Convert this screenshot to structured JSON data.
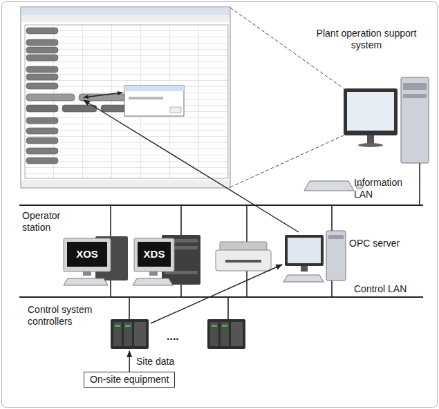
{
  "diagram": {
    "nodes": [
      {
        "text": [
          "Plant operation support system"
        ]
      },
      {
        "text": [
          "OPC server"
        ]
      },
      {
        "text": [
          "Control system controllers"
        ]
      },
      {
        "text": [
          "On-site equipment"
        ]
      }
    ],
    "edges": [
      {
        "from": 2,
        "to": 1,
        "arrow": "to"
      },
      {
        "from": 3,
        "to": 2,
        "label": "Site data",
        "arrow": "to"
      }
    ],
    "labels": [
      "Information LAN",
      "Operator station",
      "XOS",
      "XDS",
      "Control LAN",
      "...."
    ]
  }
}
